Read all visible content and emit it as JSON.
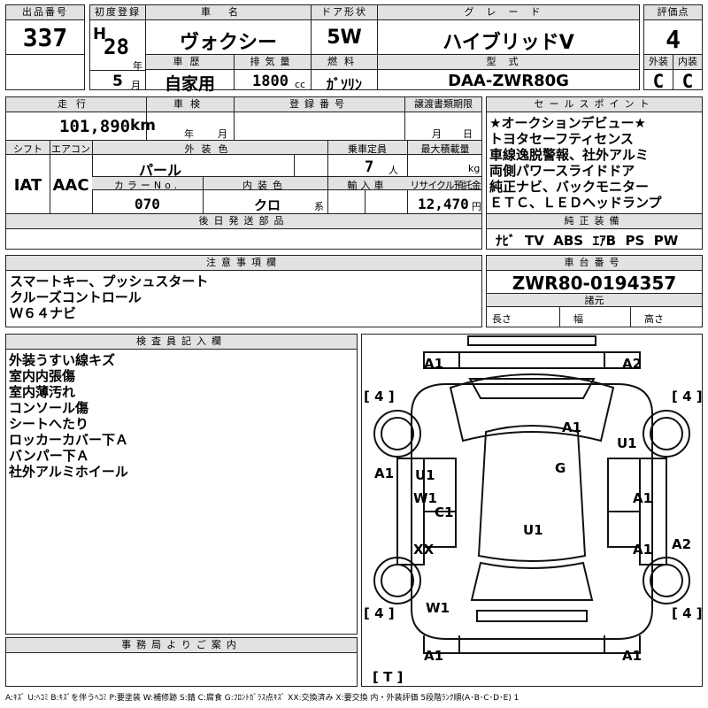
{
  "header": {
    "lot_no_label": "出品番号",
    "lot_no": "337",
    "first_reg_label": "初度登録",
    "era": "H",
    "year": "28",
    "year_unit": "年",
    "month": "5",
    "month_unit": "月",
    "car_name_label": "車名",
    "car_name": "ヴォクシー",
    "door_label": "ドア形状",
    "door": "5W",
    "grade_label": "グレード",
    "grade": "ハイブリッドV",
    "score_label": "評価点",
    "score": "4",
    "history_label": "車歴",
    "history": "自家用",
    "displacement_label": "排気量",
    "displacement": "1800",
    "displacement_unit": "cc",
    "fuel_label": "燃料",
    "fuel": "ｶﾞｿﾘﾝ",
    "model_label": "型式",
    "model": "DAA-ZWR80G",
    "exterior_label": "外装",
    "exterior": "C",
    "interior_label": "内装",
    "interior": "C"
  },
  "row2": {
    "mileage_label": "走行",
    "mileage": "101,890",
    "mileage_unit": "km",
    "inspection_label": "車検",
    "insp_year_unit": "年",
    "insp_month_unit": "月",
    "regno_label": "登録番号",
    "transfer_label": "譲渡書類期限",
    "transfer_month_unit": "月",
    "transfer_day_unit": "日",
    "shift_label": "シフト",
    "shift": "IAT",
    "aircon_label": "エアコン",
    "aircon": "AAC",
    "color_label": "外装色",
    "color": "パール",
    "capacity_label": "乗車定員",
    "capacity": "7",
    "capacity_unit": "人",
    "maxload_label": "最大積載量",
    "maxload_unit": "kg",
    "colorno_label": "カラーNo.",
    "colorno": "070",
    "intcolor_label": "内装色",
    "intcolor": "クロ",
    "intcolor_unit": "系",
    "import_label": "輸入車",
    "recycle_label": "リサイクル預託金",
    "recycle": "12,470",
    "recycle_unit": "円",
    "delivery_label": "後日発送部品"
  },
  "sales_points": {
    "label": "セールスポイント",
    "lines": [
      "★オークションデビュー★",
      "トヨタセーフティセンス",
      "車線逸脱警報、社外アルミ",
      "両側パワースライドドア",
      "純正ナビ、バックモニター",
      "ＥＴＣ、ＬＥＤヘッドランプ"
    ]
  },
  "equipment": {
    "label": "純正装備",
    "items": [
      "ﾅﾋﾞ",
      "TV",
      "ABS",
      "ｴｱB",
      "PS",
      "PW"
    ]
  },
  "notes": {
    "label": "注意事項欄",
    "lines": [
      "スマートキー、プッシュスタート",
      "クルーズコントロール",
      "Ｗ６４ナビ"
    ]
  },
  "chassis": {
    "label": "車台番号",
    "value": "ZWR80-0194357",
    "dims_label": "諸元",
    "length": "長さ",
    "width": "幅",
    "height": "高さ"
  },
  "inspector": {
    "label": "検査員記入欄",
    "lines": [
      "外装うすい線キズ",
      "室内内張傷",
      "室内薄汚れ",
      "コンソール傷",
      "シートへたり",
      "ロッカーカバー下Ａ",
      "バンパー下Ａ",
      "社外アルミホイール"
    ]
  },
  "office": {
    "label": "事務局よりご案内"
  },
  "diagram": {
    "tires": [
      "[ 4 ]",
      "[ 4 ]",
      "[ 4 ]",
      "[ 4 ]",
      "[ T ]"
    ],
    "marks": [
      "A1",
      "A2",
      "A1",
      "U1",
      "G",
      "A1",
      "U1",
      "W1",
      "C1",
      "A1",
      "U1",
      "XX",
      "A1",
      "A2",
      "W1",
      "A1",
      "A1"
    ]
  },
  "legend": "A:ｷｽﾞ U:ﾍｺﾐ B:ｷｽﾞを伴うﾍｺﾐ P:要塗装 W:補修跡 S:錆 C:腐食 G:ﾌﾛﾝﾄｶﾞﾗｽ点ｷｽﾞ XX:交換済み X:要交換 内・外装評価 5段階ﾗﾝｸ順(A･B･C･D･E) 1"
}
